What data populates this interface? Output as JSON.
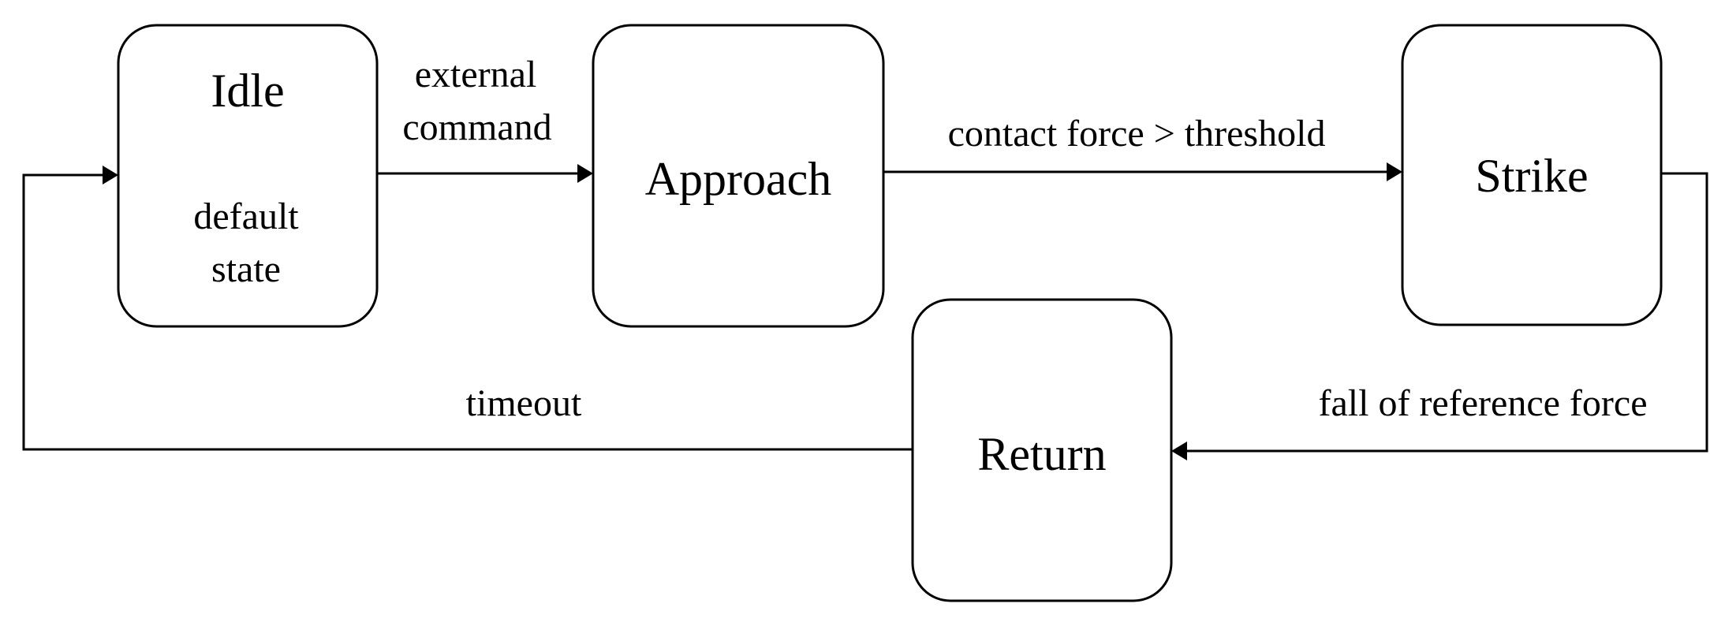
{
  "diagram": {
    "states": {
      "idle": {
        "title": "Idle",
        "note_line1": "default",
        "note_line2": "state"
      },
      "approach": {
        "title": "Approach"
      },
      "strike": {
        "title": "Strike"
      },
      "return": {
        "title": "Return"
      }
    },
    "transitions": {
      "idle_to_approach": {
        "line1": "external",
        "line2": "command"
      },
      "approach_to_strike": {
        "label": "contact force > threshold"
      },
      "strike_to_return": {
        "label": "fall of reference force"
      },
      "return_to_idle": {
        "label": "timeout"
      }
    },
    "colors": {
      "stroke": "#000000",
      "fill": "#ffffff"
    }
  }
}
